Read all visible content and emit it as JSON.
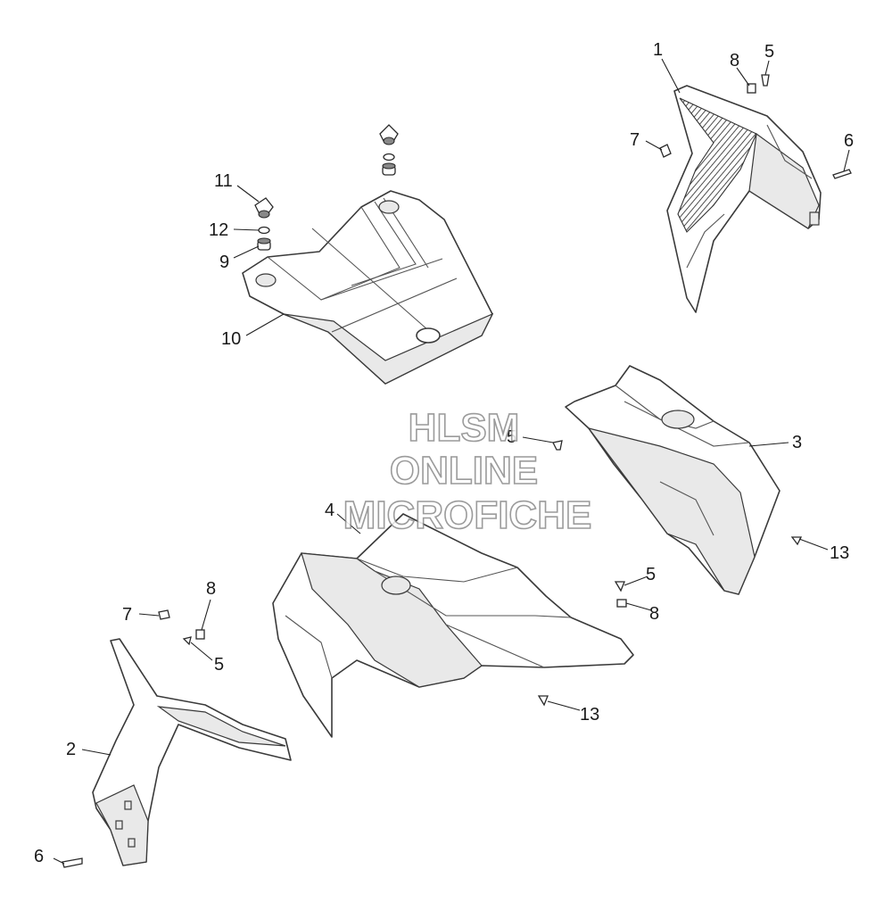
{
  "watermark": [
    "HLSM",
    "ONLINE",
    "MICROFICHE"
  ],
  "callouts": {
    "c1": "1",
    "c2": "2",
    "c3": "3",
    "c4": "4",
    "c5a": "5",
    "c5b": "5",
    "c5c": "5",
    "c5d": "5",
    "c6a": "6",
    "c6b": "6",
    "c7a": "7",
    "c7b": "7",
    "c8a": "8",
    "c8b": "8",
    "c8c": "8",
    "c9": "9",
    "c10": "10",
    "c11": "11",
    "c12": "12",
    "c13a": "13",
    "c13b": "13"
  }
}
